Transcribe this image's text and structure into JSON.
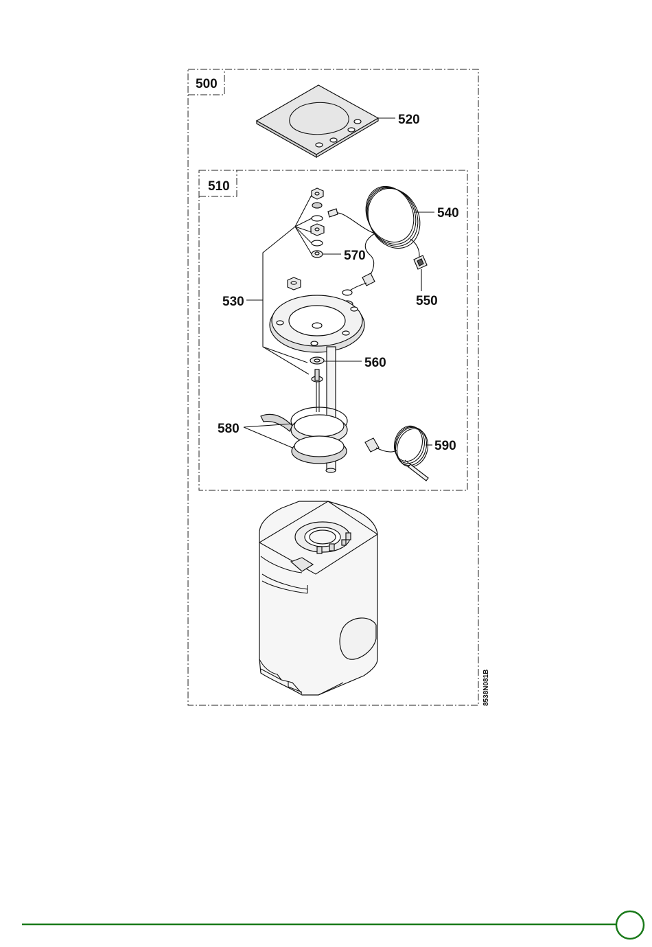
{
  "groups": {
    "outer": "500",
    "inner": "510"
  },
  "parts": {
    "gasket": "520",
    "fixing_set": "530",
    "cable": "540",
    "plug": "550",
    "washer": "560",
    "nut": "570",
    "seal_rings": "580",
    "sensor": "590"
  },
  "drawing_ref": "8538N081B",
  "colors": {
    "footer_line": "#1a7a1a",
    "outline": "#111111",
    "fill_grey": "#e6e6e6"
  }
}
